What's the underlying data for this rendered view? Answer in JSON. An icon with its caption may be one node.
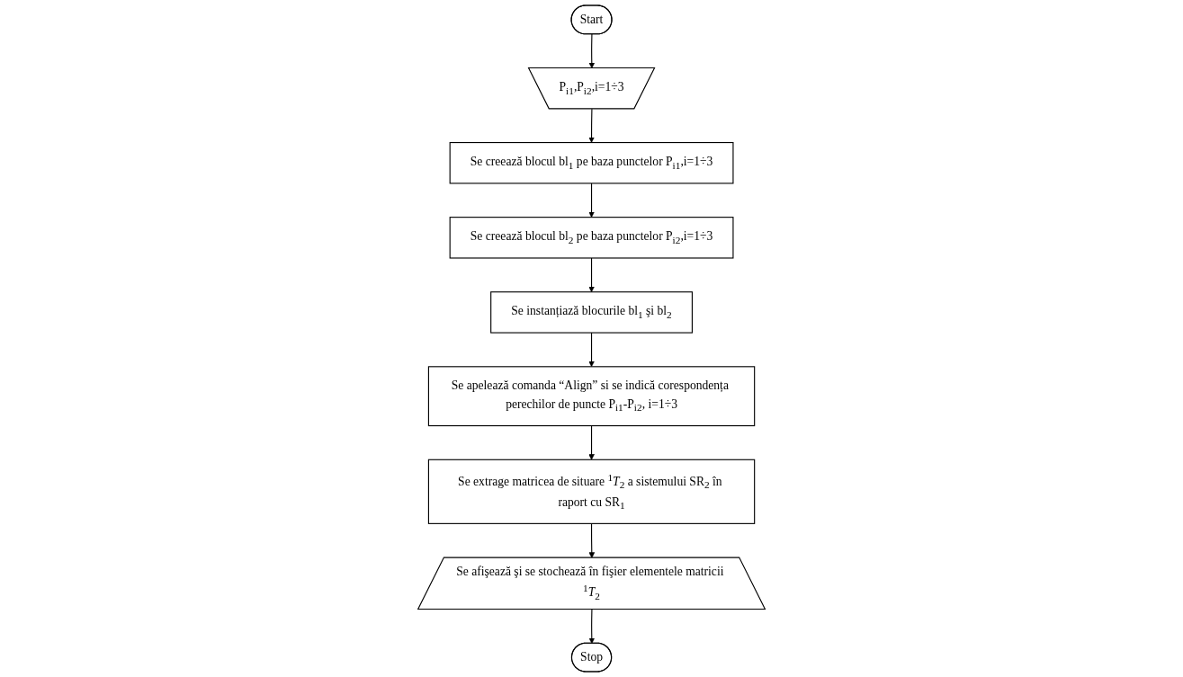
{
  "diagram": {
    "nodes": [
      {
        "text": [
          "Start"
        ]
      },
      {
        "text": [
          "P$_{i1}$,P$_{i2}$,i=1÷3"
        ]
      },
      {
        "text": [
          "Se creează blocul bl$_{1}$ pe baza punctelor P$_{i1}$,i=1÷3"
        ]
      },
      {
        "text": [
          "Se creează blocul bl$_{2}$ pe baza punctelor P$_{i2}$,i=1÷3"
        ]
      },
      {
        "text": [
          "Se instanțiază blocurile bl$_{1}$ şi bl$_{2}$"
        ]
      },
      {
        "text": [
          "Se apelează comanda “Align” si se indică corespondența perechilor de puncte P$_{i1}$-P$_{i2}$, i=1÷3"
        ]
      },
      {
        "text": [
          "Se extrage matricea de situare $^{1}$*T*$_{2}$ a sistemului SR$_{2}$ în raport cu SR$_{1}$"
        ]
      },
      {
        "text": [
          "Se afişează şi se stochează în fişier elementele matricii $^{1}$*T*$_{2}$"
        ]
      },
      {
        "text": [
          "Stop"
        ]
      }
    ],
    "edges": [
      {
        "from": 0,
        "to": 1,
        "arrow": "to"
      },
      {
        "from": 1,
        "to": 2,
        "arrow": "to"
      },
      {
        "from": 2,
        "to": 3,
        "arrow": "to"
      },
      {
        "from": 3,
        "to": 4,
        "arrow": "to"
      },
      {
        "from": 4,
        "to": 5,
        "arrow": "to"
      },
      {
        "from": 5,
        "to": 6,
        "arrow": "to"
      },
      {
        "from": 6,
        "to": 7,
        "arrow": "to"
      },
      {
        "from": 7,
        "to": 8,
        "arrow": "to"
      }
    ]
  }
}
